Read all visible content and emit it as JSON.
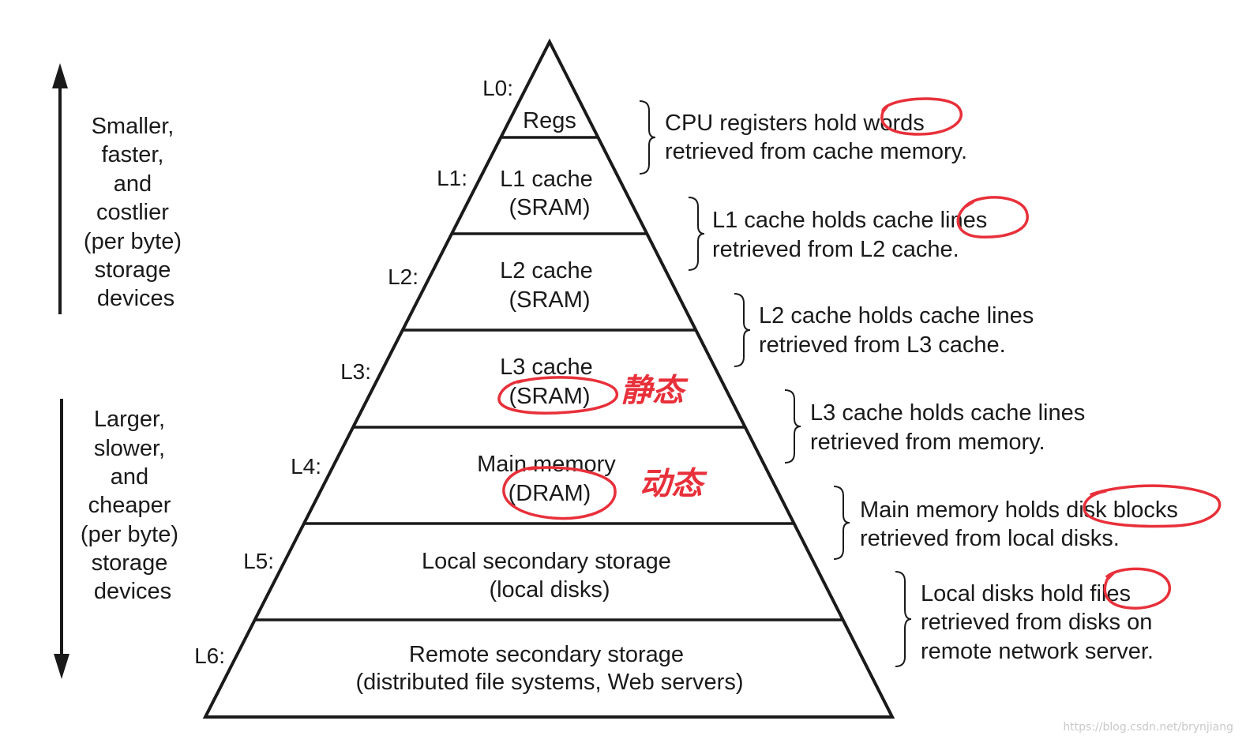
{
  "diagram": {
    "levels": [
      {
        "id": "L0",
        "label": "L0:",
        "lines": [
          "Regs"
        ],
        "desc": [
          "CPU registers hold words",
          "retrieved from cache memory."
        ]
      },
      {
        "id": "L1",
        "label": "L1:",
        "lines": [
          "L1 cache",
          "(SRAM)"
        ],
        "desc": [
          "L1 cache holds cache lines",
          "retrieved from L2 cache."
        ]
      },
      {
        "id": "L2",
        "label": "L2:",
        "lines": [
          "L2 cache",
          "(SRAM)"
        ],
        "desc": [
          "L2 cache holds cache lines",
          "retrieved from L3 cache."
        ]
      },
      {
        "id": "L3",
        "label": "L3:",
        "lines": [
          "L3 cache",
          "(SRAM)"
        ],
        "desc": [
          "L3 cache holds cache lines",
          "retrieved from memory."
        ]
      },
      {
        "id": "L4",
        "label": "L4:",
        "lines": [
          "Main memory",
          "(DRAM)"
        ],
        "desc": [
          "Main memory holds disk blocks",
          "retrieved from local disks."
        ]
      },
      {
        "id": "L5",
        "label": "L5:",
        "lines": [
          "Local secondary storage",
          "(local disks)"
        ],
        "desc": [
          "Local disks hold files",
          "retrieved from disks on",
          "remote network server."
        ]
      },
      {
        "id": "L6",
        "label": "L6:",
        "lines": [
          "Remote secondary storage",
          "(distributed file systems, Web servers)"
        ],
        "desc": []
      }
    ],
    "top_side": [
      "Smaller,",
      "faster,",
      "and",
      "costlier",
      "(per byte)",
      "storage",
      "devices"
    ],
    "bottom_side": [
      "Larger,",
      "slower,",
      "and",
      "cheaper",
      "(per byte)",
      "storage",
      "devices"
    ],
    "annotations": {
      "sram_note": "静态",
      "dram_note": "动态"
    },
    "watermark": "https://blog.csdn.net/brynjiang",
    "colors": {
      "ink": "#1a1a1a",
      "annotation": "#e8303a"
    }
  }
}
